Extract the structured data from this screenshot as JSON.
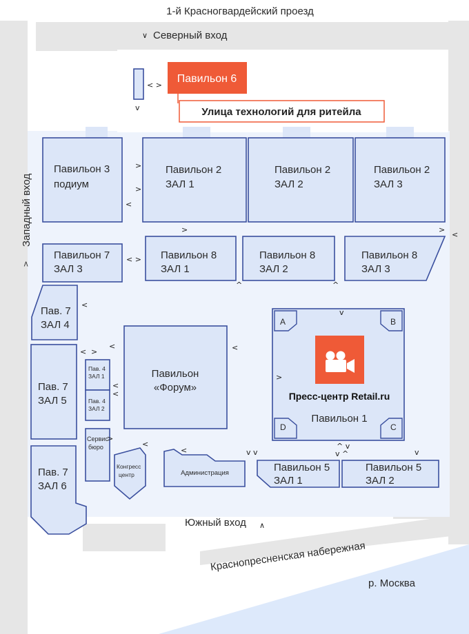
{
  "streets": {
    "north": "1-й Красногвардейский проезд",
    "embankment": "Краснопресненская набережная",
    "river": "р. Москва"
  },
  "entrances": {
    "north": "Северный вход",
    "west": "Западный вход",
    "south": "Южный вход"
  },
  "highlight": {
    "pavilion6": "Павильон 6",
    "tech_street": "Улица технологий для ритейла"
  },
  "halls": {
    "p3": [
      "Павильон 3",
      "подиум"
    ],
    "p2z1": [
      "Павильон 2",
      "ЗАЛ 1"
    ],
    "p2z2": [
      "Павильон 2",
      "ЗАЛ 2"
    ],
    "p2z3": [
      "Павильон 2",
      "ЗАЛ 3"
    ],
    "p7z3": [
      "Павильон 7",
      "ЗАЛ 3"
    ],
    "p8z1": [
      "Павильон 8",
      "ЗАЛ 1"
    ],
    "p8z2": [
      "Павильон 8",
      "ЗАЛ 2"
    ],
    "p8z3": [
      "Павильон 8",
      "ЗАЛ 3"
    ],
    "p7z4": [
      "Пав. 7",
      "ЗАЛ 4"
    ],
    "p7z5": [
      "Пав. 7",
      "ЗАЛ 5"
    ],
    "p7z6": [
      "Пав. 7",
      "ЗАЛ 6"
    ],
    "p4z1": [
      "Пав. 4",
      "ЗАЛ 1"
    ],
    "p4z2": [
      "Пав. 4",
      "ЗАЛ 2"
    ],
    "service": [
      "Сервис",
      "бюро"
    ],
    "forum": [
      "Павильон",
      "«Форум»"
    ],
    "congress": [
      "Конгресс",
      "центр"
    ],
    "admin": "Администрация",
    "p1": "Павильон 1",
    "p5z1": [
      "Павильон 5",
      "ЗАЛ 1"
    ],
    "p5z2": [
      "Павильон 5",
      "ЗАЛ 2"
    ]
  },
  "press_center": "Пресс-центр Retail.ru",
  "corners": [
    "A",
    "B",
    "C",
    "D"
  ],
  "colors": {
    "hall_fill": "#dce6f8",
    "hall_stroke": "#3a4f9e",
    "accent": "#ef5a37",
    "road": "#e6e6e6",
    "river": "#dde9fb"
  },
  "icons": [
    "video-camera-icon",
    "chevron-arrow-icon"
  ]
}
